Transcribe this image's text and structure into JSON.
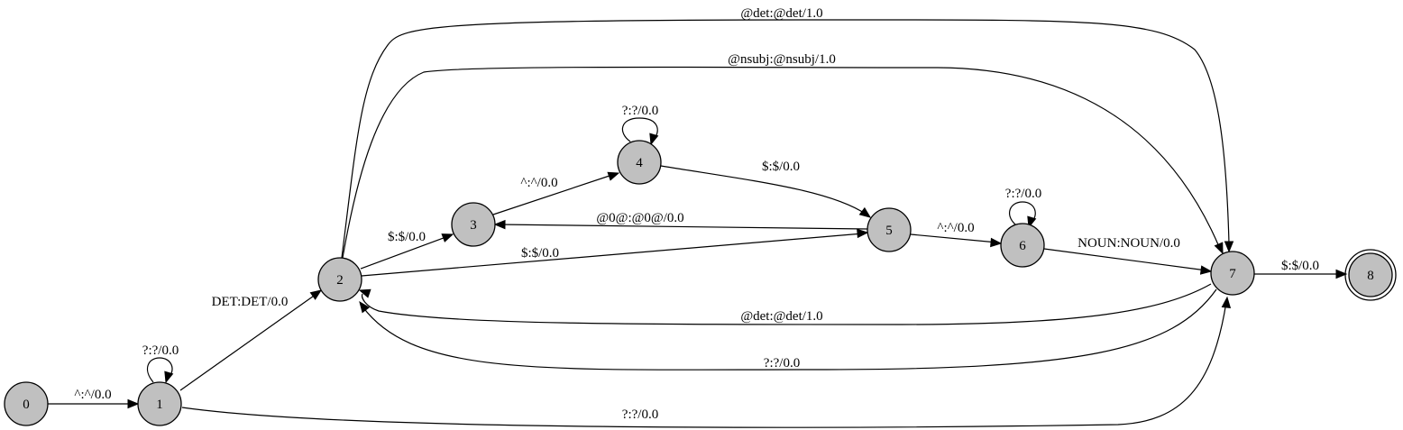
{
  "diagram": {
    "type": "finite-state-transducer",
    "nodes": [
      {
        "id": "0",
        "label": "0",
        "final": false
      },
      {
        "id": "1",
        "label": "1",
        "final": false
      },
      {
        "id": "2",
        "label": "2",
        "final": false
      },
      {
        "id": "3",
        "label": "3",
        "final": false
      },
      {
        "id": "4",
        "label": "4",
        "final": false
      },
      {
        "id": "5",
        "label": "5",
        "final": false
      },
      {
        "id": "6",
        "label": "6",
        "final": false
      },
      {
        "id": "7",
        "label": "7",
        "final": false
      },
      {
        "id": "8",
        "label": "8",
        "final": true
      }
    ],
    "edges": [
      {
        "id": "e-0-1",
        "from": "0",
        "to": "1",
        "label": "^:^/0.0"
      },
      {
        "id": "e-1-1",
        "from": "1",
        "to": "1",
        "label": "?:?/0.0"
      },
      {
        "id": "e-1-2",
        "from": "1",
        "to": "2",
        "label": "DET:DET/0.0"
      },
      {
        "id": "e-1-7",
        "from": "1",
        "to": "7",
        "label": "?:?/0.0"
      },
      {
        "id": "e-2-3",
        "from": "2",
        "to": "3",
        "label": "$:$/0.0"
      },
      {
        "id": "e-2-5",
        "from": "2",
        "to": "5",
        "label": "$:$/0.0"
      },
      {
        "id": "e-2-7a",
        "from": "2",
        "to": "7",
        "label": "@det:@det/1.0"
      },
      {
        "id": "e-2-7b",
        "from": "2",
        "to": "7",
        "label": "@nsubj:@nsubj/1.0"
      },
      {
        "id": "e-3-4",
        "from": "3",
        "to": "4",
        "label": "^:^/0.0"
      },
      {
        "id": "e-4-4",
        "from": "4",
        "to": "4",
        "label": "?:?/0.0"
      },
      {
        "id": "e-4-5",
        "from": "4",
        "to": "5",
        "label": "$:$/0.0"
      },
      {
        "id": "e-5-3",
        "from": "5",
        "to": "3",
        "label": "@0@:@0@/0.0"
      },
      {
        "id": "e-5-6",
        "from": "5",
        "to": "6",
        "label": "^:^/0.0"
      },
      {
        "id": "e-6-6",
        "from": "6",
        "to": "6",
        "label": "?:?/0.0"
      },
      {
        "id": "e-6-7",
        "from": "6",
        "to": "7",
        "label": "NOUN:NOUN/0.0"
      },
      {
        "id": "e-7-2a",
        "from": "7",
        "to": "2",
        "label": "@det:@det/1.0"
      },
      {
        "id": "e-7-2b",
        "from": "7",
        "to": "2",
        "label": "?:?/0.0"
      },
      {
        "id": "e-7-8",
        "from": "7",
        "to": "8",
        "label": "$:$/0.0"
      }
    ]
  }
}
